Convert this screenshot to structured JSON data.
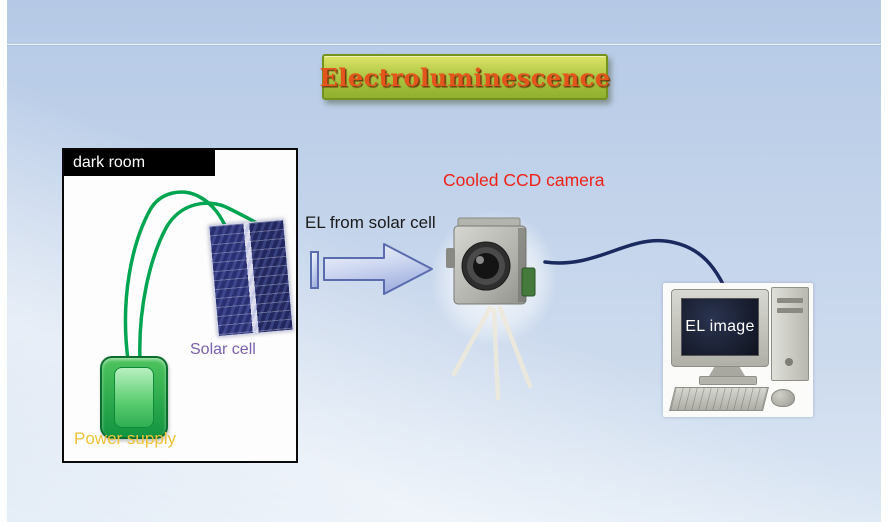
{
  "slide": {
    "title": "Electroluminescence"
  },
  "dark_room": {
    "header": "dark room",
    "solar_cell_label": "Solar cell",
    "power_supply_label": "Power supply"
  },
  "annotations": {
    "el_from_solar_cell": "EL from solar cell",
    "cooled_ccd_camera": "Cooled CCD camera"
  },
  "computer": {
    "screen_text": "EL image"
  },
  "colors": {
    "background_top": "#b5c9e6",
    "background_bottom": "#e2ebf6",
    "title_text": "#e4551c",
    "title_box_top": "#dce468",
    "title_box_bottom": "#8fb02e",
    "title_box_border": "#74921e",
    "dark_room_border": "#0a0a0a",
    "solar_cell_label": "#7a5fae",
    "power_supply_label": "#eec137",
    "power_supply_green": "#129440",
    "wire_green": "#00a551",
    "camera_label_red": "#ee2218",
    "cable_navy": "#1b2a5e",
    "arrow_outline": "#5b6cae",
    "el_image_text": "#ffffff"
  }
}
